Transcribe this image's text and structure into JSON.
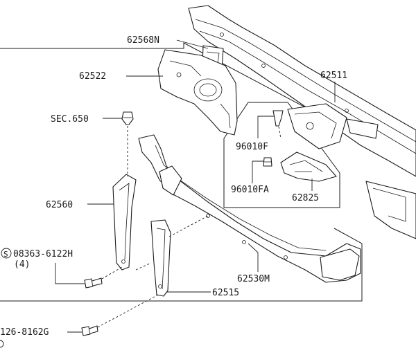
{
  "labels": {
    "p62568N": "62568N",
    "p62522": "62522",
    "p62511": "62511",
    "sec650": "SEC.650",
    "p96010F": "96010F",
    "p96010FA": "96010FA",
    "p62825": "62825",
    "p62560": "62560",
    "bolt1_code": "08363-6122H",
    "bolt1_symbol": "S",
    "bolt1_qty": "(4)",
    "p62530M": "62530M",
    "p62515": "62515",
    "bolt2_code": "126-8162G"
  }
}
